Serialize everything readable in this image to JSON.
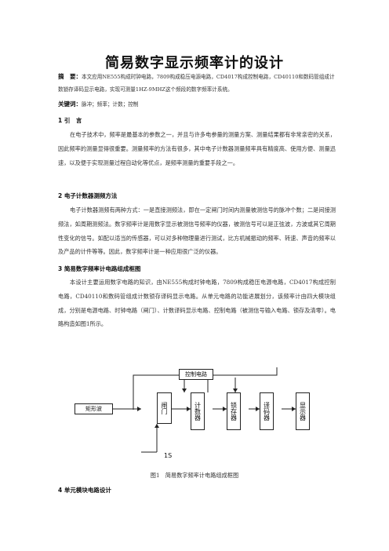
{
  "title": "简易数字显示频率计的设计",
  "abstract": {
    "label": "摘　要：",
    "text": "本文应用NE555构成时钟电路，7809构成稳压电源电路，CD4017构成控制电路，CD40110和数码管组成计数锁存译码显示电路，实现可测量1HZ-9MHZ这个频段的数字频率计系统。"
  },
  "keywords": {
    "label": "关键词：",
    "text": "脉冲；频率；计数；控制"
  },
  "sections": {
    "s1": {
      "heading": "1 引　言",
      "text": "在电子技术中，频率是最基本的参数之一，并且与许多电参量的测量方案、测量结果都有非常亲密的关系，因此频率的测量显得很重要。测量频率的方法有很多，其中电子计数器测量频率具有精度高、使用方便、测量迅速，以及便于实现测量过程自动化等优点，是频率测量的重要手段之一。"
    },
    "s2": {
      "heading": "2 电子计数器测频方法",
      "text": "电子计数器测频有两种方式：一是直接测频法，即在一定闸门时间内测量被测信号的脉冲个数；二是间接测频法，如周期测频法。数字频率计是用数字显示被测信号频率的仪器，被测信号可以是正弦波，方波或其它周期性变化的信号。如配以适当的传感器，可以对多种物理量进行测试，比方机械振动的频率、转速、声音的频率以及产品的计件等等。因此，数字频率计是一种应用很广泛的仪器。"
    },
    "s3": {
      "heading": "3 简易数字频率计电路组成框图",
      "text": "本设计主要运用数字电路的知识，由NE555构成时钟电路，7809构成稳压电源电路，CD4017构成控制电路，CD40110和数码管组成计数锁存译码显示电路。从单元电路的功能进展划分，该频率计由四大模块组成，分别是电源电路、时钟电路（闸门）、计数译码显示电路、控制电路（被测信号输入电路、锁存及清零）。电路构造如图1所示。"
    },
    "s4": {
      "heading": "4 单元模块电路设计"
    }
  },
  "diagram": {
    "control": "控制电路",
    "input": "矩形波",
    "gate": "闸门",
    "counter": "计数器",
    "latch": "锁存器",
    "decoder": "译码器",
    "display": "显示器",
    "clock": "1S",
    "caption": "图1　简易数字频率计电路组成框图"
  }
}
